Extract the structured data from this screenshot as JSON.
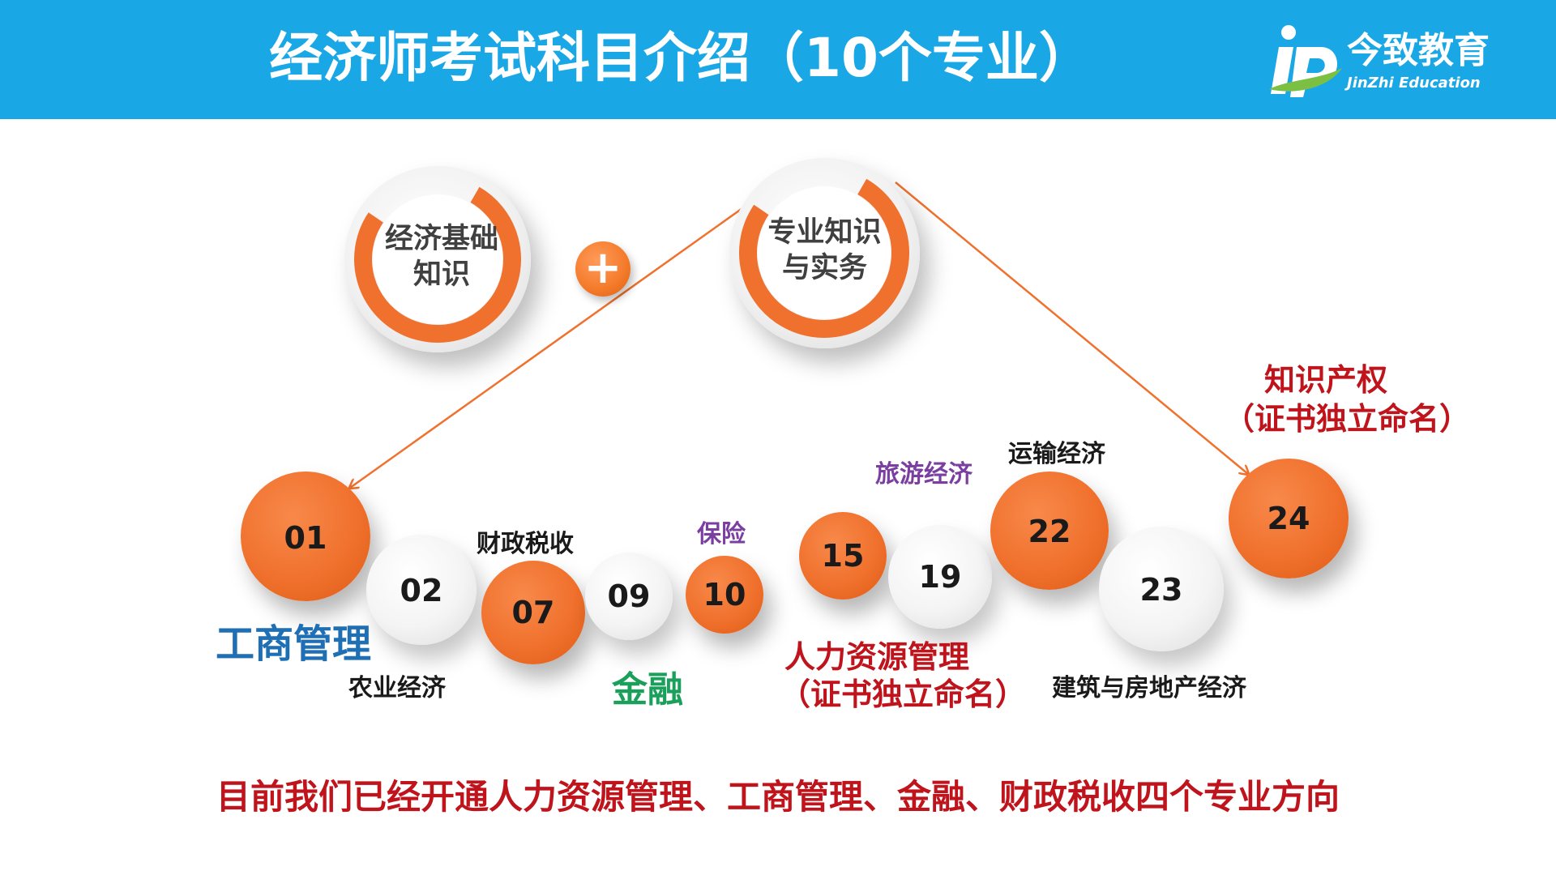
{
  "header": {
    "title": "经济师考试科目介绍（10个专业）",
    "bg_color": "#1aa7e6"
  },
  "logo": {
    "cn": "今致教育",
    "en": "JinZhi Education"
  },
  "rings": [
    {
      "label_line1": "经济基础",
      "label_line2": "知识"
    },
    {
      "label_line1": "专业知识",
      "label_line2": "与实务"
    }
  ],
  "plus_symbol": "+",
  "balls": [
    {
      "num": "01",
      "color": "orange"
    },
    {
      "num": "02",
      "color": "white"
    },
    {
      "num": "07",
      "color": "orange"
    },
    {
      "num": "09",
      "color": "white"
    },
    {
      "num": "10",
      "color": "orange"
    },
    {
      "num": "15",
      "color": "orange"
    },
    {
      "num": "19",
      "color": "white"
    },
    {
      "num": "22",
      "color": "orange"
    },
    {
      "num": "23",
      "color": "white"
    },
    {
      "num": "24",
      "color": "orange"
    }
  ],
  "labels": {
    "gongshang": "工商管理",
    "nongye": "农业经济",
    "caizheng": "财政税收",
    "jinrong": "金融",
    "baoxian": "保险",
    "renli": "人力资源管理",
    "renli_note": "（证书独立命名）",
    "lvyou": "旅游经济",
    "yunshu": "运输经济",
    "jianzhu": "建筑与房地产经济",
    "zhishi": "知识产权",
    "zhishi_note": "（证书独立命名）"
  },
  "colors": {
    "orange": "#f0712d",
    "blue": "#1f6fb5",
    "green": "#1aa05a",
    "purple": "#7a3fa0",
    "red": "#c0141c",
    "dark": "#1a1a1a"
  },
  "footer": "目前我们已经开通人力资源管理、工商管理、金融、财政税收四个专业方向"
}
